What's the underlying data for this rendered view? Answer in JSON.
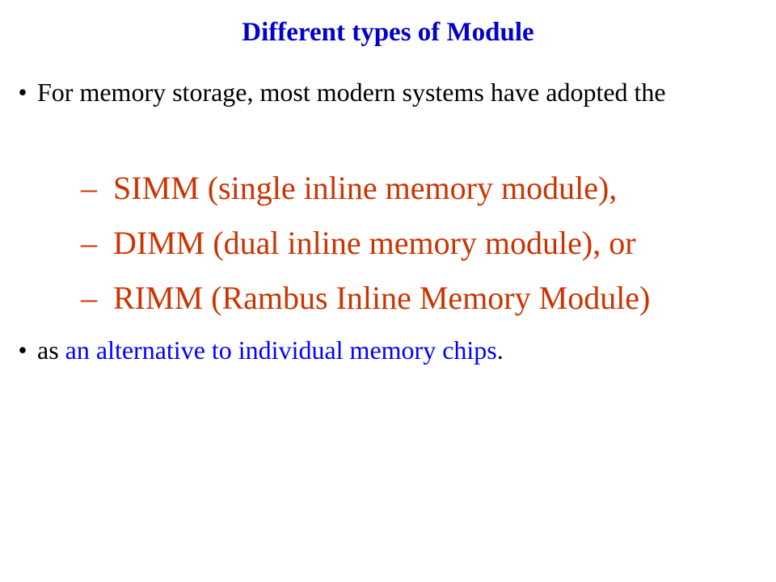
{
  "slide": {
    "title": "Different types of Module",
    "bullet1": {
      "marker": "•",
      "text": "For memory storage, most modern systems have adopted the"
    },
    "sub_items": [
      {
        "marker": "–",
        "text": "SIMM (single inline memory module),"
      },
      {
        "marker": "–",
        "text": "DIMM (dual inline memory module), or"
      },
      {
        "marker": "–",
        "text": "RIMM (Rambus Inline Memory Module)"
      }
    ],
    "bullet2": {
      "marker": "•",
      "prefix": "as ",
      "highlight": "an alternative to individual memory chips",
      "suffix": "."
    }
  },
  "colors": {
    "title": "#0000cc",
    "body": "#000000",
    "sub_items": "#cc3300",
    "highlight": "#0000ff"
  }
}
